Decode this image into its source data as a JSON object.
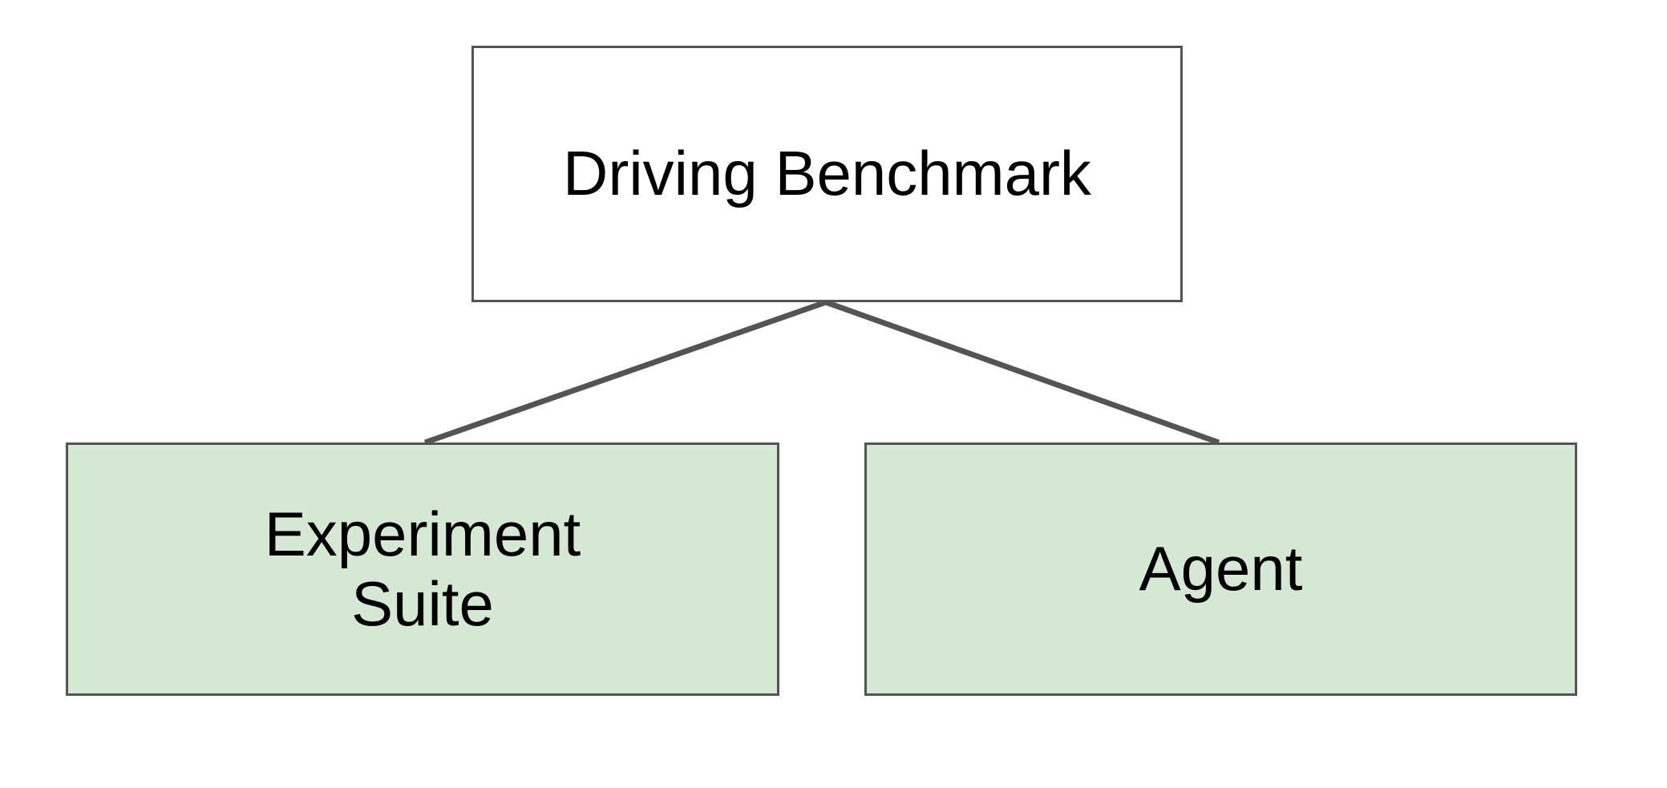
{
  "diagram": {
    "type": "hierarchy-tree",
    "background_color": "#ffffff",
    "edge_color": "#545454",
    "border_color": "#545454",
    "nodes": [
      {
        "id": "root",
        "label": "Driving Benchmark",
        "fill": "#ffffff",
        "text_color": "#000000"
      },
      {
        "id": "experiment-suite",
        "label": "Experiment\nSuite",
        "fill": "#d5e8d4",
        "text_color": "#000000"
      },
      {
        "id": "agent",
        "label": "Agent",
        "fill": "#d5e8d4",
        "text_color": "#000000"
      }
    ],
    "edges": [
      {
        "id": "root-to-experiment-suite",
        "from": "root",
        "to": "experiment-suite"
      },
      {
        "id": "root-to-agent",
        "from": "root",
        "to": "agent"
      }
    ]
  }
}
